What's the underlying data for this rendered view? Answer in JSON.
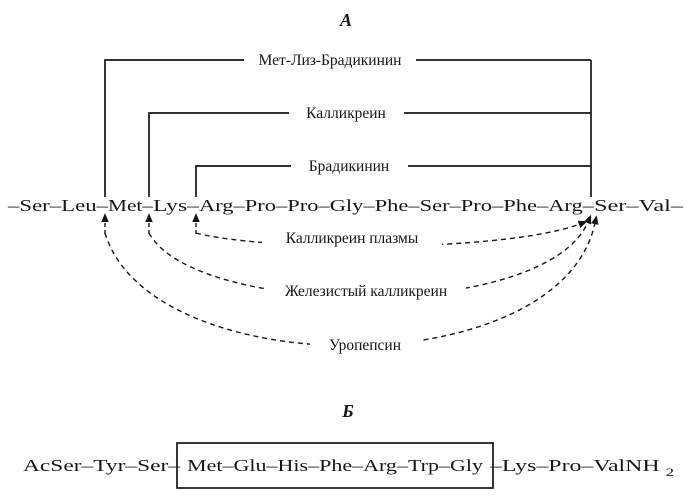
{
  "colors": {
    "ink": "#161616",
    "background": "#ffffff"
  },
  "section_a": {
    "label": "А",
    "sequence_full": "–Ser–Leu–Met–Lys–Arg–Pro–Pro–Gly–Phe–Ser–Pro–Phe–Arg–Ser–Val–",
    "seq_parts": [
      "–Ser–Leu–",
      "Met–",
      "Lys–",
      "Arg–Pro–Pro–Gly–Phe–Ser–Pro–Phe–Arg–",
      "Ser–Val–"
    ],
    "brackets": [
      {
        "label": "Мет-Лиз-Брадикинин"
      },
      {
        "label": "Калликреин"
      },
      {
        "label": "Брадикинин"
      }
    ],
    "enzymes": [
      {
        "label": "Калликреин плазмы"
      },
      {
        "label": "Железистый калликреин"
      },
      {
        "label": "Уропепсин"
      }
    ]
  },
  "section_b": {
    "label": "Б",
    "sequence_full": "AcSer–Tyr–Ser–Met–Glu–His–Phe–Arg–Trp–Gly–Lys–Pro–ValNH2",
    "seq_left": "AcSer–Tyr–Ser–",
    "seq_boxed": "Met–Glu–His–Phe–Arg–Trp–Gly",
    "seq_right": "–Lys–Pro–ValNH",
    "seq_subscript": "2"
  }
}
